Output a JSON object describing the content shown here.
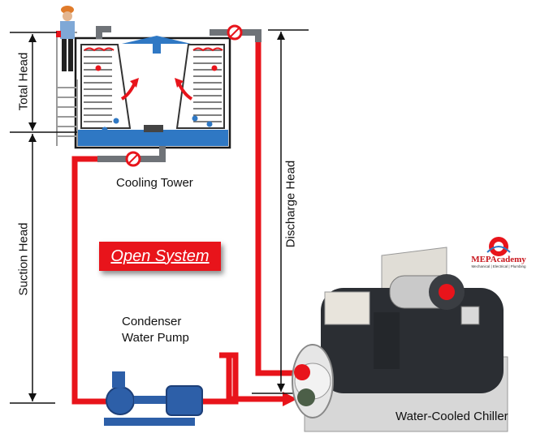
{
  "labels": {
    "cooling_tower": "Cooling Tower",
    "condenser_pump_line1": "Condenser",
    "condenser_pump_line2": "Water Pump",
    "chiller": "Water-Cooled Chiller",
    "total_head": "Total Head",
    "suction_head": "Suction Head",
    "discharge_head": "Discharge Head",
    "system_type": "Open System"
  },
  "logo": {
    "name": "MEPAcademy",
    "tagline": "Mechanical | Electrical | Plumbing"
  },
  "colors": {
    "pipe": "#e8141b",
    "water": "#2f78c4",
    "steel": "#6f7378",
    "chiller_body": "#2b2e33",
    "frame": "#2d5fa8"
  }
}
